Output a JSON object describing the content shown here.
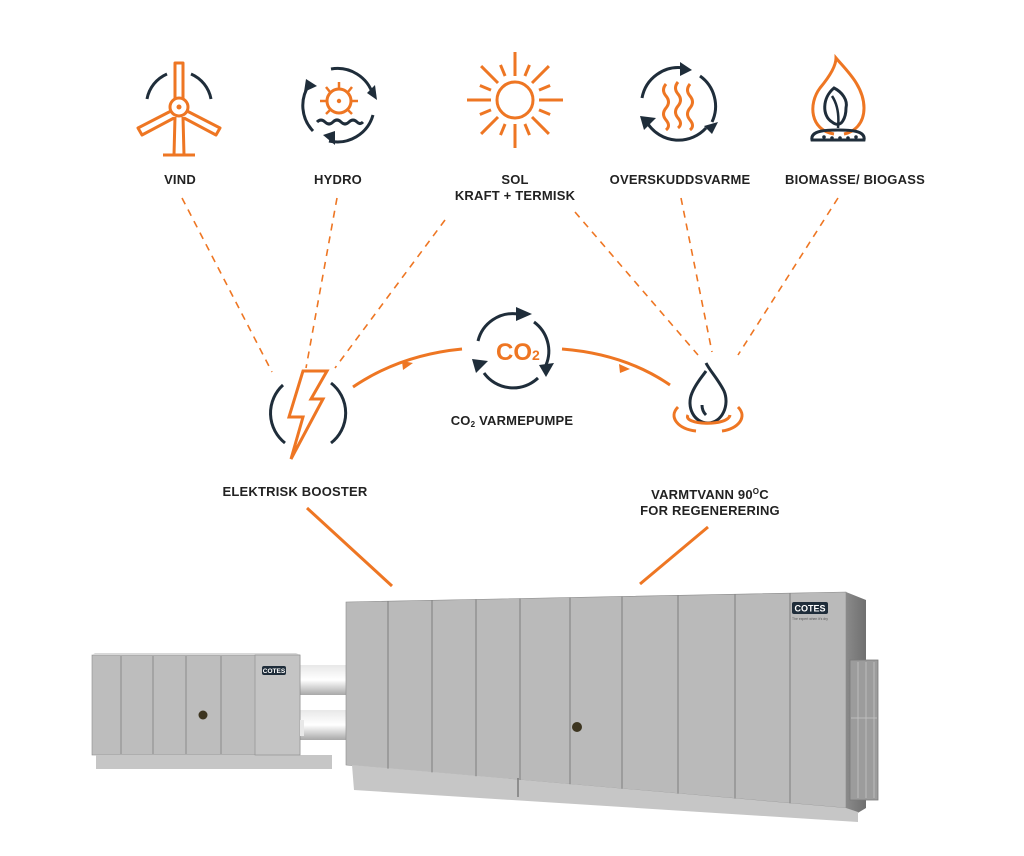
{
  "colors": {
    "accent": "#EE7623",
    "dark": "#1F2D3A",
    "text": "#222222",
    "unit_face": "#B9B9B9",
    "unit_shadow": "#8E8E8E",
    "background": "#FFFFFF"
  },
  "sources": [
    {
      "id": "vind",
      "label": "VIND",
      "icon": "wind-turbine-icon"
    },
    {
      "id": "hydro",
      "label": "HYDRO",
      "icon": "hydro-cycle-icon"
    },
    {
      "id": "sol",
      "label_line1": "SOL",
      "label_line2": "KRAFT + TERMISK",
      "icon": "sun-icon"
    },
    {
      "id": "overskuddsvarme",
      "label": "OVERSKUDDSVARME",
      "icon": "waste-heat-cycle-icon"
    },
    {
      "id": "biomasse",
      "label": "BIOMASSE/ BIOGASS",
      "icon": "biomass-flame-icon"
    }
  ],
  "nodes": {
    "booster": {
      "label": "ELEKTRISK BOOSTER",
      "icon": "lightning-bolt-icon"
    },
    "heatpump": {
      "label_prefix": "CO",
      "label_sub": "2",
      "label_suffix": " VARMEPUMPE",
      "icon_text": "CO",
      "icon_sub": "2",
      "icon": "co2-cycle-icon"
    },
    "hotwater": {
      "label_line1_prefix": "VARMTVANN 90",
      "label_line1_sup": "O",
      "label_line1_suffix": "C",
      "label_line2": "FOR REGENERERING",
      "icon": "water-drop-icon"
    }
  },
  "equipment": {
    "brand": "COTES",
    "tagline": "The expert when it's dry",
    "units": [
      "small-dehumidifier-unit",
      "large-dehumidifier-unit"
    ]
  }
}
